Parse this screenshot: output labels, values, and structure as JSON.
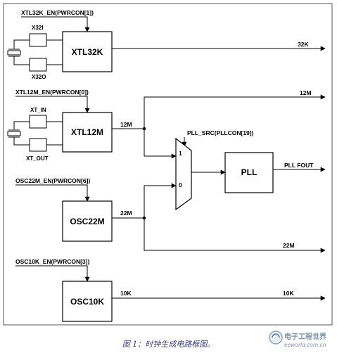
{
  "diagram": {
    "xtl32k_enable": "XTL32K_EN(PWRCON[1])",
    "x32i": "X32I",
    "x32o": "X32O",
    "xtl32k": "XTL32K",
    "out_32k": "32K",
    "xtl12m_enable": "XTL12M_EN(PWRCON[0])",
    "xt_in": "XT_IN",
    "xt_out": "XT_OUT",
    "xtl12m": "XTL12M",
    "sig_12m_a": "12M",
    "out_12m": "12M",
    "pll_src": "PLL_SRC(PLLCON[19])",
    "mux_1": "1",
    "mux_0": "0",
    "pll": "PLL",
    "pll_fout": "PLL FOUT",
    "osc22m_enable": "OSC22M_EN(PWRCON[6])",
    "osc22m": "OSC22M",
    "sig_22m_a": "22M",
    "out_22m": "22M",
    "osc10k_enable": "OSC10K_EN(PWRCON[3])",
    "osc10k": "OSC10K",
    "sig_10k_a": "10K",
    "out_10k": "10K"
  },
  "caption": "图 1：时钟生成电路框图。",
  "watermark": {
    "logo_text": "电子工程世界",
    "url_text": "eeworld.com.cn"
  }
}
